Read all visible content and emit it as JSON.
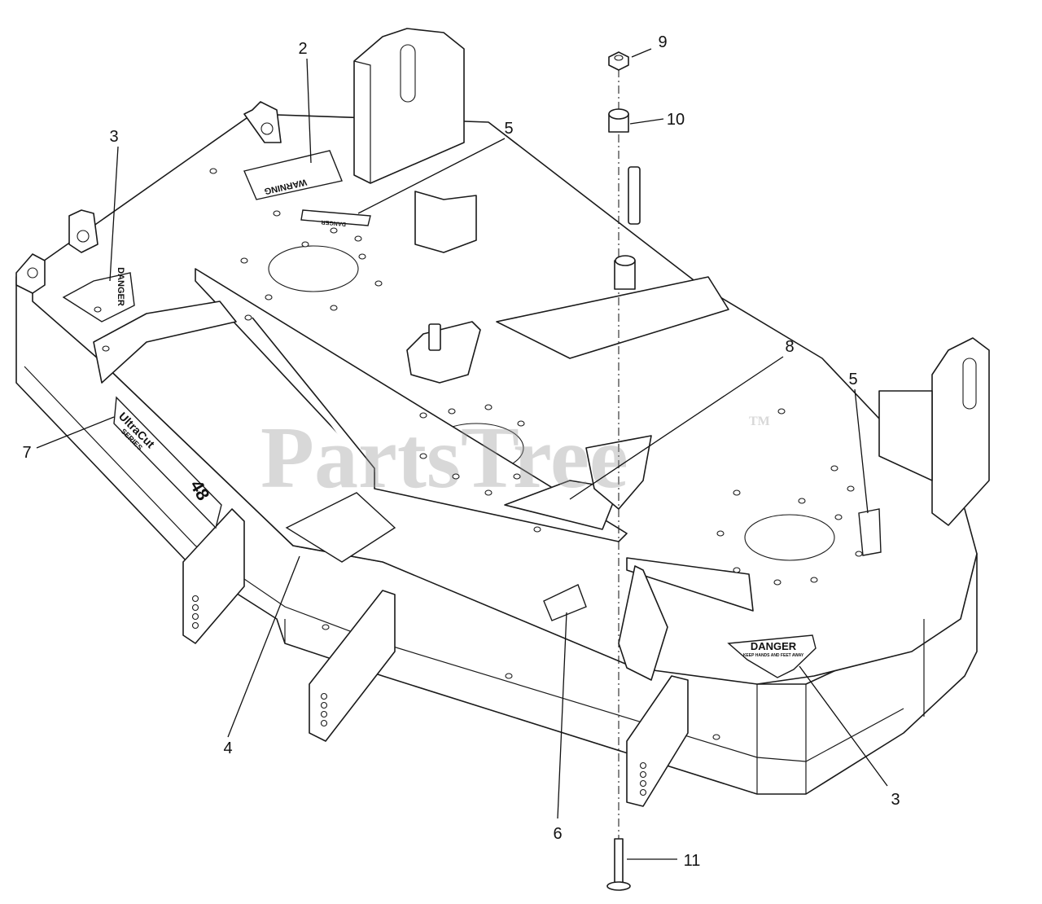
{
  "watermark": {
    "text": "PartsTree",
    "tm": "TM"
  },
  "decals": {
    "danger": "DANGER",
    "warning": "WARNING",
    "danger_sub": "KEEP HANDS AND FEET AWAY",
    "logo_line1": "UltraCut",
    "logo_line2": "SERIES",
    "logo_number": "48"
  },
  "callouts": [
    {
      "id": "c2",
      "label": "2"
    },
    {
      "id": "c3a",
      "label": "3"
    },
    {
      "id": "c3b",
      "label": "3"
    },
    {
      "id": "c4",
      "label": "4"
    },
    {
      "id": "c5a",
      "label": "5"
    },
    {
      "id": "c5b",
      "label": "5"
    },
    {
      "id": "c6",
      "label": "6"
    },
    {
      "id": "c7",
      "label": "7"
    },
    {
      "id": "c8",
      "label": "8"
    },
    {
      "id": "c9",
      "label": "9"
    },
    {
      "id": "c10",
      "label": "10"
    },
    {
      "id": "c11",
      "label": "11"
    }
  ]
}
